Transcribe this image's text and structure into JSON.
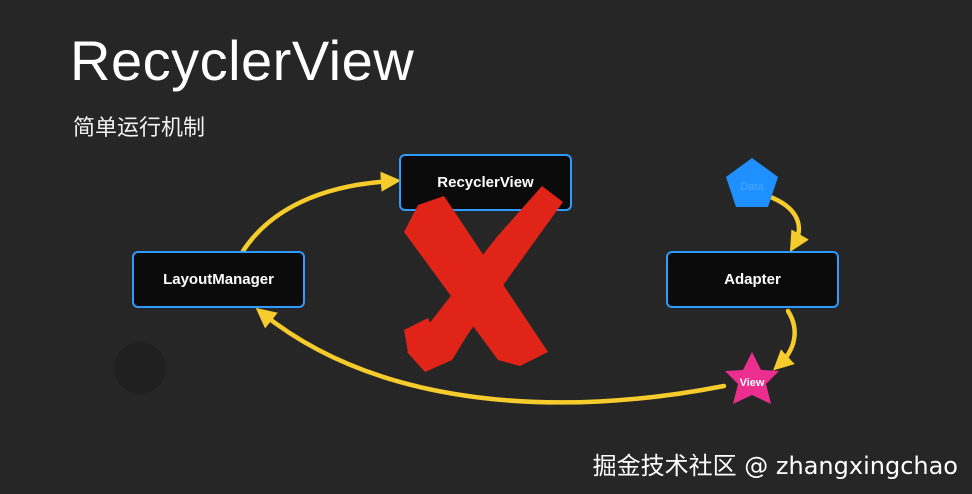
{
  "slide": {
    "title": "RecyclerView",
    "subtitle": "简单运行机制"
  },
  "nodes": {
    "recycler_view": "RecyclerView",
    "layout_manager": "LayoutManager",
    "adapter": "Adapter",
    "data": "Data",
    "view": "View"
  },
  "watermark": "掘金技术社区 @ zhangxingchao",
  "colors": {
    "background": "#262626",
    "node_border": "#2f9bff",
    "node_fill": "#0b0b0b",
    "arrow": "#f5cc2c",
    "cross": "#e02418",
    "data_shape": "#1e90ff",
    "view_star": "#ec2f8f"
  },
  "icons": {
    "data": "pentagon",
    "view": "star",
    "cross": "x-mark"
  }
}
